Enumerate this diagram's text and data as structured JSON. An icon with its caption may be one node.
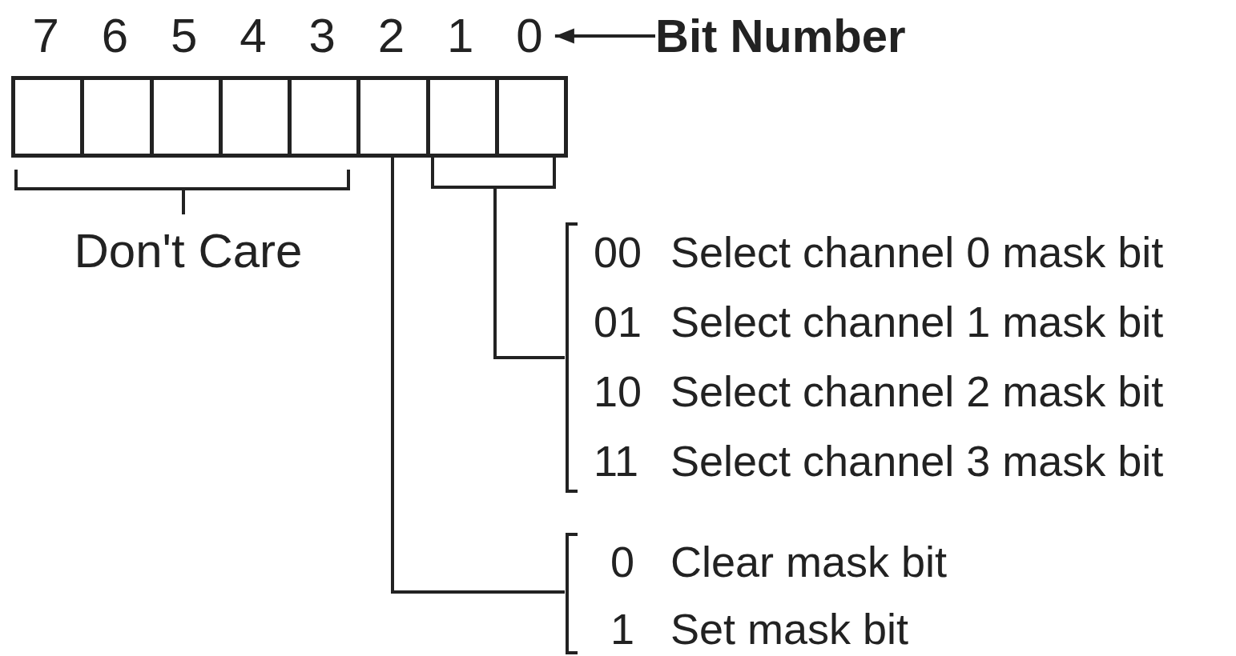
{
  "diagram": {
    "nodes": [
      {
        "text": [
          "7"
        ]
      },
      {
        "text": [
          "6"
        ]
      },
      {
        "text": [
          "5"
        ]
      },
      {
        "text": [
          "4"
        ]
      },
      {
        "text": [
          "3"
        ]
      },
      {
        "text": [
          "2"
        ]
      },
      {
        "text": [
          "1"
        ]
      },
      {
        "text": [
          "0"
        ]
      },
      {
        "text": [
          "Bit Number"
        ]
      },
      {
        "text": [],
        "shape": "box"
      },
      {
        "text": [],
        "shape": "box"
      },
      {
        "text": [],
        "shape": "box"
      },
      {
        "text": [],
        "shape": "box"
      },
      {
        "text": [],
        "shape": "box"
      },
      {
        "text": [],
        "shape": "box"
      },
      {
        "text": [],
        "shape": "box"
      },
      {
        "text": [],
        "shape": "box"
      },
      {
        "text": [
          "Don't Care"
        ]
      },
      {
        "text": [
          "00",
          "Select channel 0 mask bit",
          "01",
          "Select channel 1 mask bit",
          "10",
          "Select channel 2 mask bit",
          "11",
          "Select channel 3 mask bit"
        ]
      },
      {
        "text": [
          "0",
          "Clear mask bit",
          "1",
          "Set mask bit"
        ]
      }
    ],
    "edges": [
      {
        "from": 8,
        "to": 7,
        "arrow": "to"
      },
      {
        "from": 15,
        "to": 18,
        "arrow": "none"
      },
      {
        "from": 16,
        "to": 18,
        "arrow": "none"
      },
      {
        "from": 14,
        "to": 19,
        "arrow": "none"
      }
    ]
  }
}
